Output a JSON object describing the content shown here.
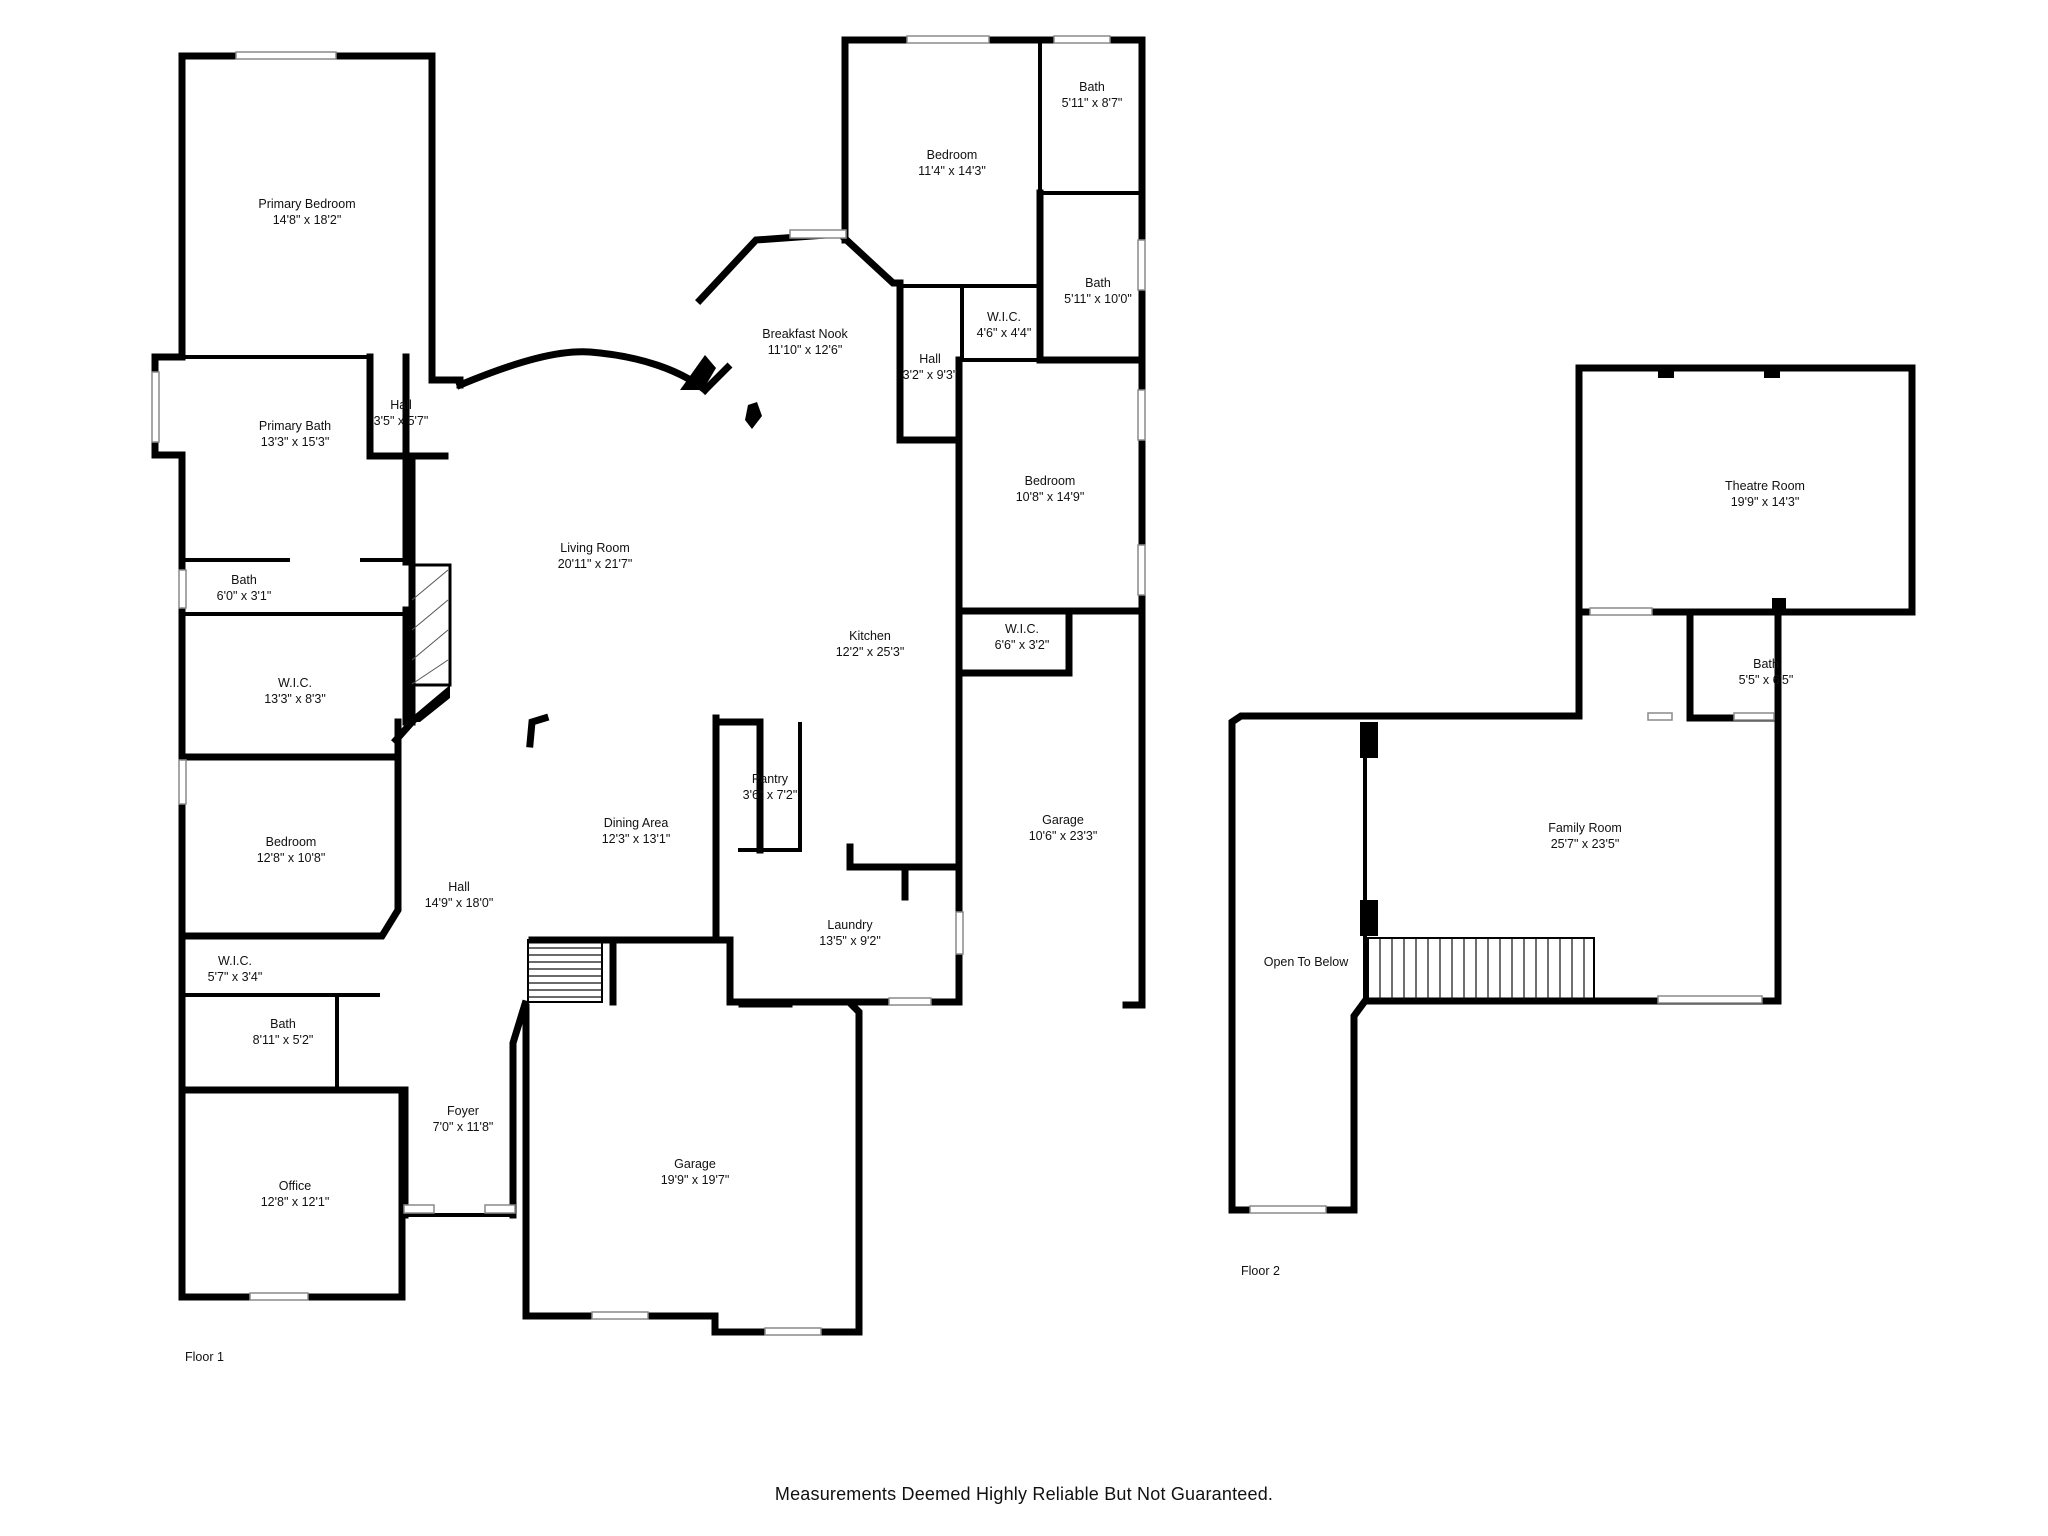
{
  "floors": [
    {
      "label": "Floor 1",
      "rooms": [
        {
          "name": "Primary Bedroom",
          "dims": "14'8\" x 18'2\""
        },
        {
          "name": "Primary Bath",
          "dims": "13'3\" x 15'3\""
        },
        {
          "name": "Hall",
          "dims": "3'5\" x 5'7\""
        },
        {
          "name": "Bath",
          "dims": "6'0\" x 3'1\""
        },
        {
          "name": "W.I.C.",
          "dims": "13'3\" x 8'3\""
        },
        {
          "name": "Bedroom",
          "dims": "12'8\" x 10'8\""
        },
        {
          "name": "W.I.C.",
          "dims": "5'7\" x 3'4\""
        },
        {
          "name": "Bath",
          "dims": "8'11\" x 5'2\""
        },
        {
          "name": "Office",
          "dims": "12'8\" x 12'1\""
        },
        {
          "name": "Hall",
          "dims": "14'9\" x 18'0\""
        },
        {
          "name": "Foyer",
          "dims": "7'0\" x 11'8\""
        },
        {
          "name": "Living Room",
          "dims": "20'11\" x 21'7\""
        },
        {
          "name": "Breakfast Nook",
          "dims": "11'10\" x 12'6\""
        },
        {
          "name": "Dining Area",
          "dims": "12'3\" x 13'1\""
        },
        {
          "name": "Pantry",
          "dims": "3'6\" x 7'2\""
        },
        {
          "name": "Kitchen",
          "dims": "12'2\" x 25'3\""
        },
        {
          "name": "Laundry",
          "dims": "13'5\" x 9'2\""
        },
        {
          "name": "Garage",
          "dims": "19'9\" x 19'7\""
        },
        {
          "name": "Bedroom",
          "dims": "11'4\" x 14'3\""
        },
        {
          "name": "Bath",
          "dims": "5'11\" x 8'7\""
        },
        {
          "name": "Hall",
          "dims": "3'2\" x 9'3\""
        },
        {
          "name": "W.I.C.",
          "dims": "4'6\" x 4'4\""
        },
        {
          "name": "Bath",
          "dims": "5'11\" x 10'0\""
        },
        {
          "name": "Bedroom",
          "dims": "10'8\" x 14'9\""
        },
        {
          "name": "W.I.C.",
          "dims": "6'6\" x 3'2\""
        },
        {
          "name": "Garage",
          "dims": "10'6\" x 23'3\""
        }
      ]
    },
    {
      "label": "Floor 2",
      "rooms": [
        {
          "name": "Theatre Room",
          "dims": "19'9\" x 14'3\""
        },
        {
          "name": "Bath",
          "dims": "5'5\" x 6'5\""
        },
        {
          "name": "Family Room",
          "dims": "25'7\" x 23'5\""
        },
        {
          "name": "Open To Below",
          "dims": ""
        }
      ]
    }
  ],
  "disclaimer": "Measurements Deemed Highly Reliable But Not Guaranteed."
}
